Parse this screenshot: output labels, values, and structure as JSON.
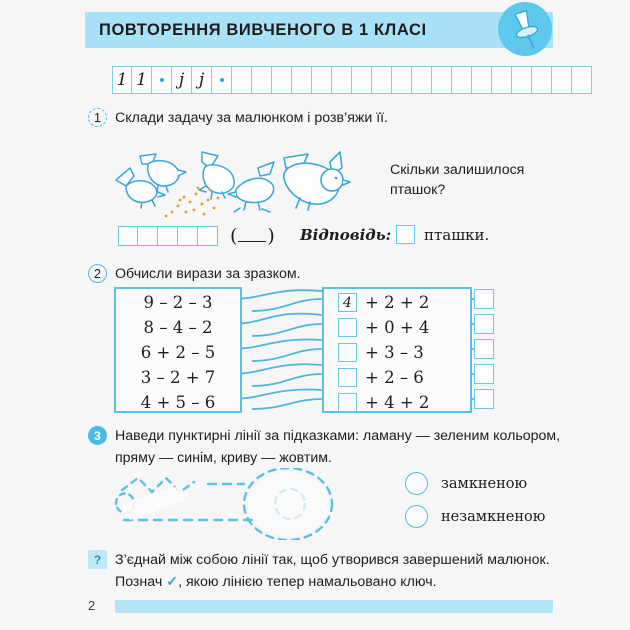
{
  "header": {
    "title": "ПОВТОРЕННЯ ВИВЧЕНОГО В 1 КЛАСІ",
    "pin_icon": "push-pin-icon",
    "band_color": "#a9e1f7",
    "badge_color": "#5cc8ee"
  },
  "writing_strip": {
    "total_cells": 24,
    "cells": [
      {
        "type": "glyph",
        "value": "1"
      },
      {
        "type": "glyph",
        "value": "1"
      },
      {
        "type": "dot",
        "value": ""
      },
      {
        "type": "glyph",
        "value": "j"
      },
      {
        "type": "glyph",
        "value": "j"
      },
      {
        "type": "dot",
        "value": ""
      }
    ]
  },
  "tasks": [
    {
      "number": "1",
      "badge_style": "dashed-circle",
      "text": "Склади задачу за малюнком і розв’яжи її."
    },
    {
      "number": "2",
      "badge_style": "solid-circle",
      "text": "Обчисли вирази за зразком."
    },
    {
      "number": "3",
      "badge_style": "filled-circle",
      "text": "Наведи пунктирні лінії за підказками: ламану — зеленим кольором, пряму — синім, криву — жовтим."
    },
    {
      "number": "?",
      "badge_style": "filled-square",
      "text_part1": "З’єднай між собою лінії так, щоб утворився завершений малюнок. Познач ",
      "check_mark": "✓",
      "text_part2": ", якою лінією тепер намальовано ключ."
    }
  ],
  "exercise1": {
    "picture": {
      "pecking_birds": 4,
      "flying_bird": 1,
      "seeds": "scattered-seeds"
    },
    "question": "Скільки залишилося пташок?",
    "work_boxes": 5,
    "paren_open": "(",
    "paren_close": ")",
    "answer_label": "Відповідь:",
    "answer_unit": "пташки."
  },
  "exercise2": {
    "left_expressions": [
      "9 – 2 – 3",
      "8 – 4 – 2",
      "6 + 2 – 5",
      "3 – 2 + 7",
      "4 + 5 – 6"
    ],
    "right_expressions": [
      {
        "box_value": "4",
        "rest": "+ 2 + 2"
      },
      {
        "box_value": "",
        "rest": "+ 0 + 4"
      },
      {
        "box_value": "",
        "rest": "+ 3 – 3"
      },
      {
        "box_value": "",
        "rest": "+ 2 – 6"
      },
      {
        "box_value": "",
        "rest": "+ 4 + 2"
      }
    ],
    "answer_boxes": 5
  },
  "exercise3": {
    "shape": "dotted-key-outline",
    "options": [
      {
        "label": "замкненою",
        "selected": false
      },
      {
        "label": "незамкненою",
        "selected": false
      }
    ]
  },
  "footer": {
    "page_number": "2",
    "band_color": "#b3e4f8"
  },
  "colors": {
    "accent": "#4cbbe4",
    "light_band": "#a9e1f7",
    "line": "#5cc0e3",
    "text": "#1d1d1b"
  }
}
